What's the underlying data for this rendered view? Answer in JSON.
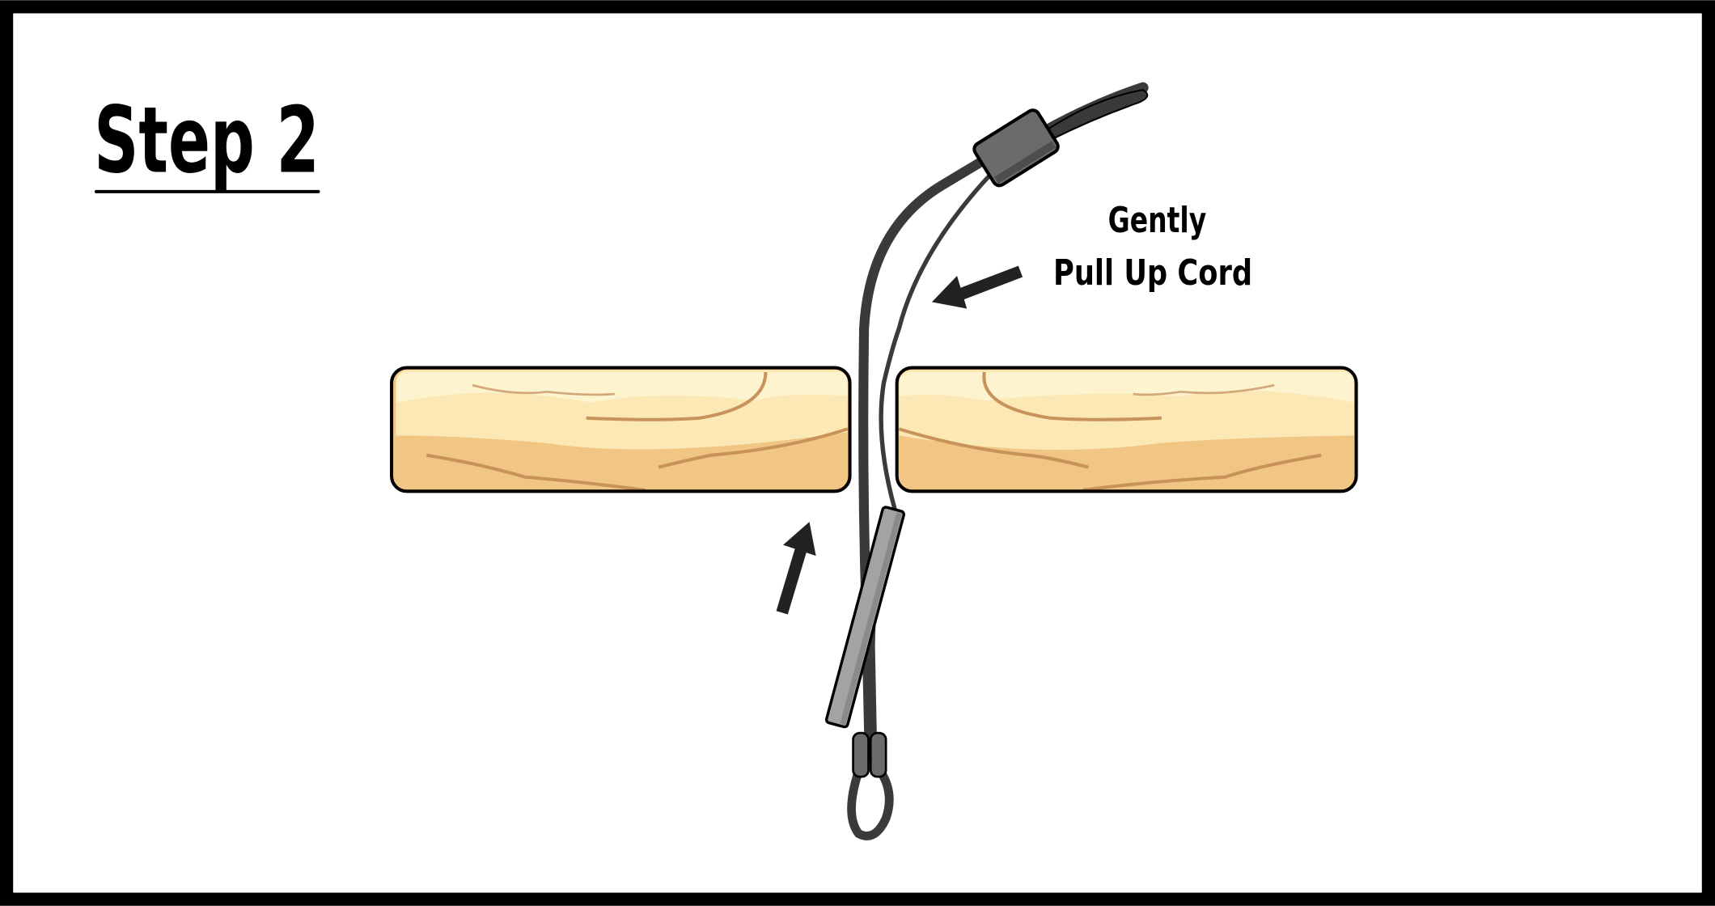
{
  "title": "Step 2",
  "instruction": {
    "line1": "Gently",
    "line2": "Pull Up Cord"
  },
  "colors": {
    "frame": "#000000",
    "cord": "#3a3a3a",
    "stopper": "#6b6b6b",
    "toggle": "#a3a3a3",
    "wood_light": "#fdf3cf",
    "wood_mid": "#fce8b4",
    "wood_dark": "#f1c684",
    "grain": "#c8935a"
  }
}
